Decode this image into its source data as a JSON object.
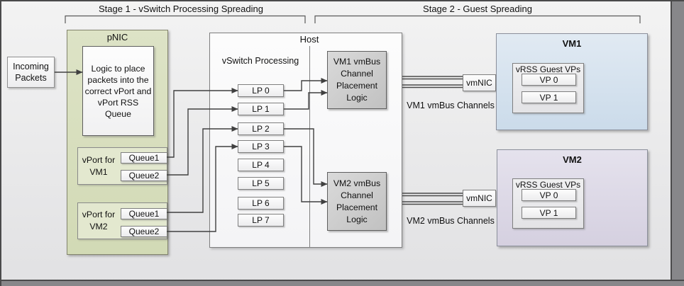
{
  "stage1": {
    "label": "Stage 1 - vSwitch Processing Spreading"
  },
  "stage2": {
    "label": "Stage 2 - Guest Spreading"
  },
  "incoming": {
    "label": "Incoming Packets"
  },
  "pnic": {
    "title": "pNIC",
    "logic": "Logic to place packets into the correct vPort and vPort RSS Queue",
    "vports": [
      {
        "label": "vPort for VM1",
        "queues": [
          "Queue1",
          "Queue2"
        ]
      },
      {
        "label": "vPort for VM2",
        "queues": [
          "Queue1",
          "Queue2"
        ]
      }
    ]
  },
  "host": {
    "title": "Host",
    "vswitch_label": "vSwitch Processing",
    "lps": [
      "LP 0",
      "LP 1",
      "LP 2",
      "LP 3",
      "LP 4",
      "LP 5",
      "LP 6",
      "LP 7"
    ],
    "placement": [
      {
        "label": "VM1 vmBus Channel Placement Logic"
      },
      {
        "label": "VM2 vmBus Channel Placement Logic"
      }
    ]
  },
  "channels": [
    {
      "vmnic": "vmNIC",
      "label": "VM1 vmBus Channels"
    },
    {
      "vmnic": "vmNIC",
      "label": "VM2 vmBus Channels"
    }
  ],
  "vms": [
    {
      "title": "VM1",
      "vrss_title": "vRSS Guest VPs",
      "vps": [
        "VP 0",
        "VP 1"
      ]
    },
    {
      "title": "VM2",
      "vrss_title": "vRSS Guest VPs",
      "vps": [
        "VP 0",
        "VP 1"
      ]
    }
  ],
  "colors": {
    "canvas_top": "#f3f3f3",
    "canvas_bottom": "#e1e1e3",
    "frame_border": "#4a4a4b",
    "frame_strip": "#87878a",
    "pnic_top": "#dde3c6",
    "pnic_bottom": "#d2dab5",
    "vport_fill": "#e3e8cf",
    "placement_top": "#dadada",
    "placement_bottom": "#c1c1c1",
    "vm1_top": "#e1eaf3",
    "vm1_bottom": "#cbdbea",
    "vm2_top": "#e5e2ed",
    "vm2_bottom": "#d5d0e0",
    "box_border": "#7f7f7f",
    "line": "#404040",
    "text": "#111111"
  }
}
